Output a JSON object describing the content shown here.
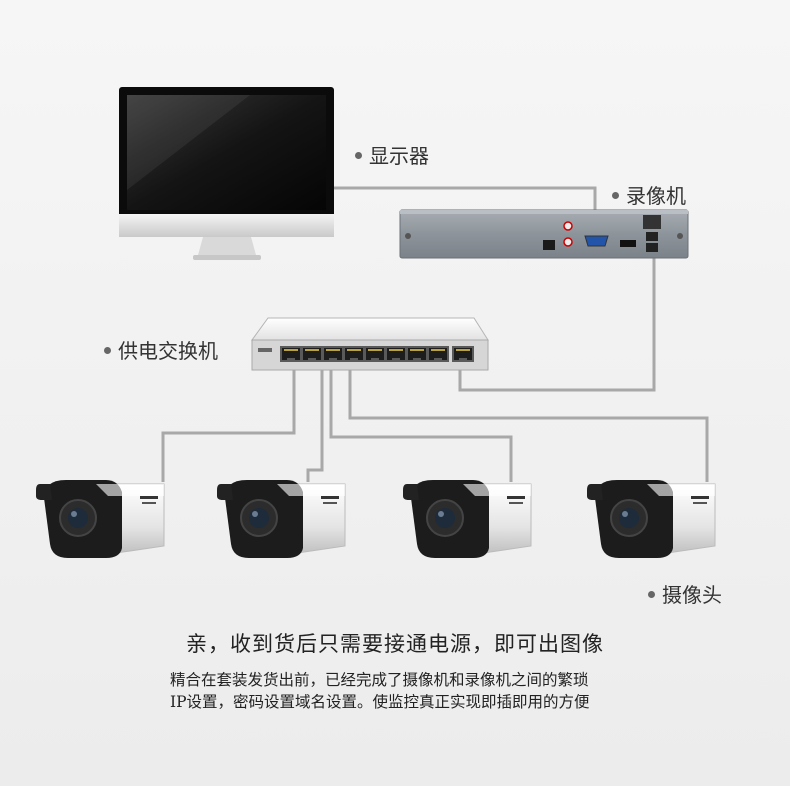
{
  "labels": {
    "monitor": "显示器",
    "recorder": "录像机",
    "switch": "供电交换机",
    "camera": "摄像头"
  },
  "headline": "亲，收到货后只需要接通电源，即可出图像",
  "description": {
    "line1": "精合在套装发货出前，已经完成了摄像机和录像机之间的繁琐",
    "line2": "IP设置，密码设置域名设置。使监控真正实现即插即用的方便"
  },
  "camera_count": 4
}
